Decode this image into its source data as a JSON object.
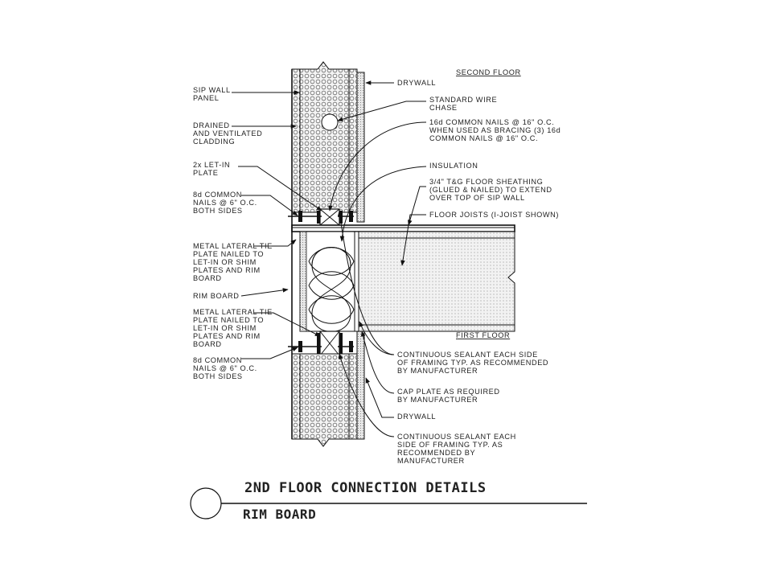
{
  "drawing": {
    "headers": {
      "second_floor": "SECOND FLOOR",
      "first_floor": "FIRST FLOOR"
    },
    "left_labels": [
      [
        "SIP WALL",
        "PANEL"
      ],
      [
        "DRAINED",
        "AND VENTILATED",
        "CLADDING"
      ],
      [
        "2x LET-IN",
        "PLATE"
      ],
      [
        "8d COMMON",
        "NAILS @ 6\" O.C.",
        "BOTH SIDES"
      ],
      [
        "METAL LATERAL TIE",
        "PLATE NAILED TO",
        "LET-IN OR SHIM",
        "PLATES AND RIM",
        "BOARD"
      ],
      [
        "RIM BOARD"
      ],
      [
        "METAL LATERAL TIE",
        "PLATE NAILED TO",
        "LET-IN OR SHIM",
        "PLATES AND RIM",
        "BOARD"
      ],
      [
        "8d COMMON",
        "NAILS @ 6\" O.C.",
        "BOTH SIDES"
      ]
    ],
    "right_labels": [
      [
        "DRYWALL"
      ],
      [
        "STANDARD WIRE",
        "CHASE"
      ],
      [
        "16d COMMON NAILS @ 16\" O.C.",
        "WHEN USED AS BRACING (3) 16d",
        "COMMON NAILS @ 16\" O.C."
      ],
      [
        "INSULATION"
      ],
      [
        "3/4\" T&G FLOOR SHEATHING",
        "(GLUED & NAILED) TO EXTEND",
        "OVER TOP OF SIP WALL"
      ],
      [
        "FLOOR JOISTS (I-JOIST SHOWN)"
      ],
      [
        "CONTINUOUS SEALANT EACH SIDE",
        "OF FRAMING TYP. AS RECOMMENDED",
        "BY MANUFACTURER"
      ],
      [
        "CAP PLATE AS REQUIRED",
        "BY MANUFACTURER"
      ],
      [
        "DRYWALL"
      ],
      [
        "CONTINUOUS SEALANT EACH",
        "SIDE OF FRAMING TYP. AS",
        "RECOMMENDED BY",
        "MANUFACTURER"
      ]
    ]
  },
  "title_block": {
    "title": "2ND FLOOR CONNECTION DETAILS",
    "subtitle": "RIM BOARD"
  }
}
